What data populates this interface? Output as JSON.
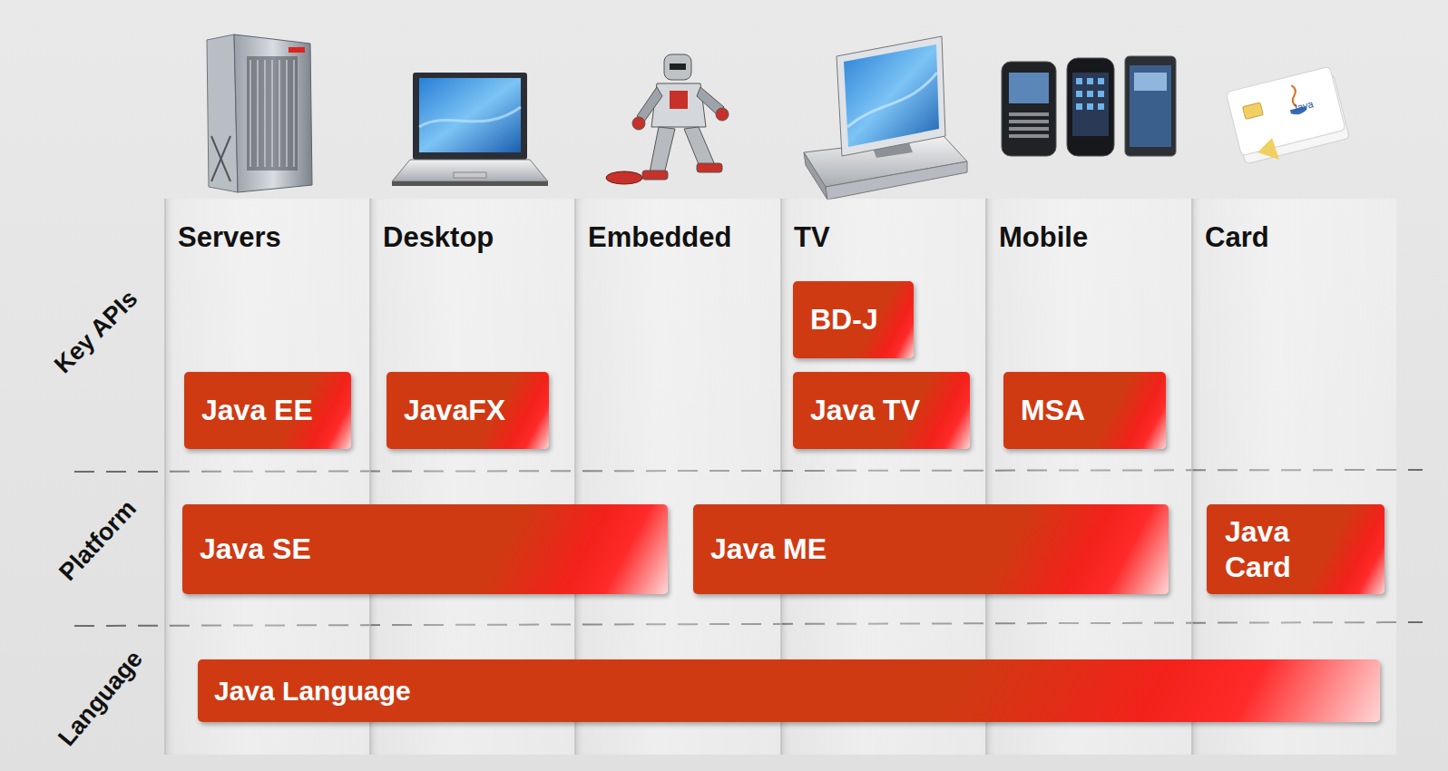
{
  "diagram": {
    "nodes": [
      {
        "text": [
          "Servers"
        ]
      },
      {
        "text": [
          "Java EE"
        ],
        "in": 0
      },
      {
        "text": [
          "Desktop"
        ]
      },
      {
        "text": [
          "JavaFX"
        ],
        "in": 2
      },
      {
        "text": [
          "Embedded"
        ]
      },
      {
        "text": [
          "TV"
        ]
      },
      {
        "text": [
          "BD-J"
        ],
        "in": 5
      },
      {
        "text": [
          "Java TV"
        ],
        "in": 5
      },
      {
        "text": [
          "Mobile"
        ]
      },
      {
        "text": [
          "MSA"
        ],
        "in": 8
      },
      {
        "text": [
          "Card"
        ]
      },
      {
        "text": [
          "Java Card"
        ],
        "in": 10
      },
      {
        "text": [
          "Java SE"
        ]
      },
      {
        "text": [
          "Java ME"
        ]
      },
      {
        "text": [
          "Java Language"
        ]
      }
    ],
    "labels": [
      "Key APIs",
      "Platform",
      "Language",
      "Java"
    ]
  }
}
